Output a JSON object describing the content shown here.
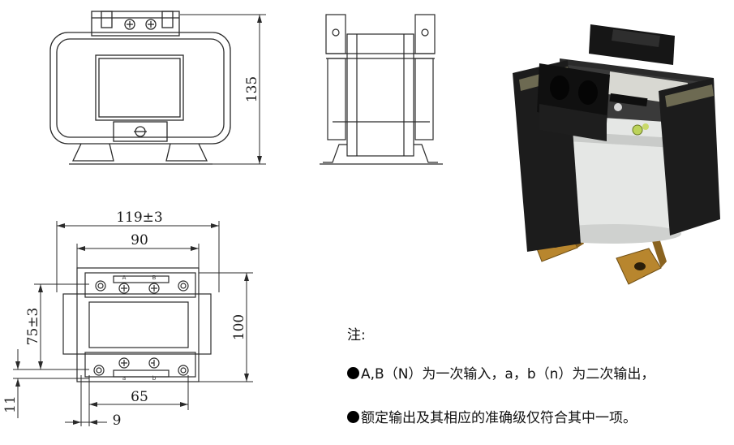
{
  "dimensions": {
    "height_side": "135",
    "overall_width": "119±3",
    "mount_width": "90",
    "mount_spacing": "75±3",
    "base_height": "100",
    "hole_spacing": "65",
    "edge_offset_11": "11",
    "edge_offset_9": "9"
  },
  "terminals": {
    "top_left": "A",
    "top_right": "B",
    "bottom_left": "a",
    "bottom_right": "b"
  },
  "notes": {
    "title": "注:",
    "items": [
      "A,B（N）为一次输入，a，b（n）为二次输出，",
      "额定输出及其相应的准确级仅符合其中一项。"
    ]
  },
  "photo": {
    "alt": "transformer-photo"
  },
  "colors": {
    "line": "#2a2a2a",
    "coil": "#e8eae8",
    "core": "#1c1c1c",
    "bracket": "#b8862e"
  }
}
